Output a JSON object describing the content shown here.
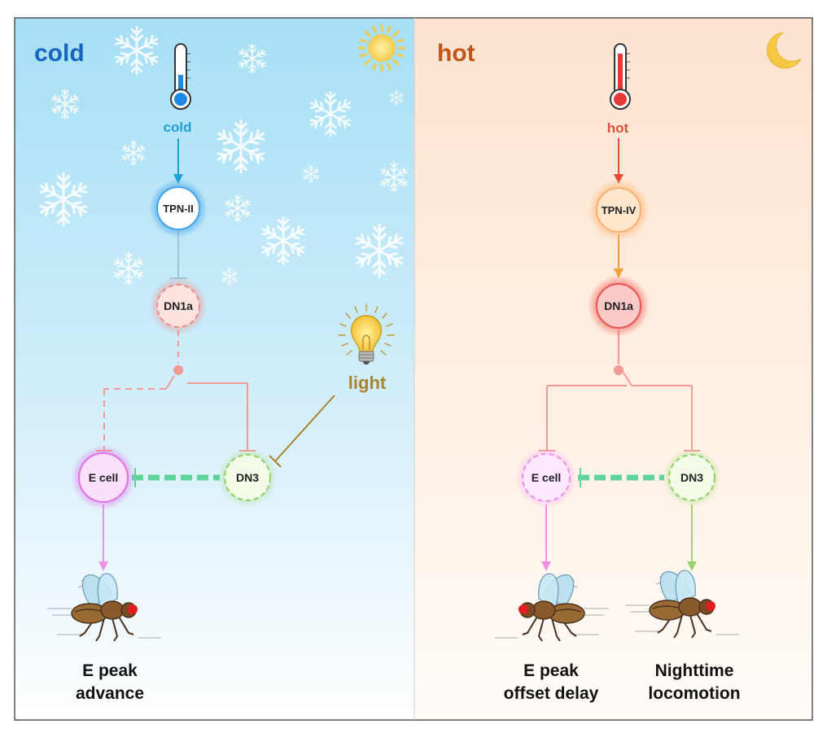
{
  "cold_panel": {
    "title": "cold",
    "sensor_label": "cold",
    "nodes": {
      "tpn": "TPN-II",
      "dn1a": "DN1a",
      "ecell": "E cell",
      "dn3": "DN3"
    },
    "light_label": "light",
    "outputs": [
      {
        "line1": "E peak",
        "line2": "advance"
      }
    ]
  },
  "hot_panel": {
    "title": "hot",
    "sensor_label": "hot",
    "nodes": {
      "tpn": "TPN-IV",
      "dn1a": "DN1a",
      "ecell": "E cell",
      "dn3": "DN3"
    },
    "outputs": [
      {
        "line1": "E peak",
        "line2": "offset delay"
      },
      {
        "line1": "Nighttime",
        "line2": "locomotion"
      }
    ]
  },
  "colors": {
    "cold_title": "#1565c0",
    "hot_title": "#c0561a",
    "cold_arrow": "#1fa0d8",
    "hot_arrow": "#e84a3a",
    "tpn_orange": "#f0a040",
    "inhibit_pink": "#f29a96",
    "gap_green": "#5fd49a",
    "ecell_arrow": "#f090e0",
    "dn3_arrow": "#9cd070",
    "light_line": "#a88430"
  },
  "icons": [
    "thermometer-cold-icon",
    "thermometer-hot-icon",
    "sun-icon",
    "moon-icon",
    "snowflake-icon",
    "lightbulb-icon",
    "fruit-fly-icon"
  ]
}
